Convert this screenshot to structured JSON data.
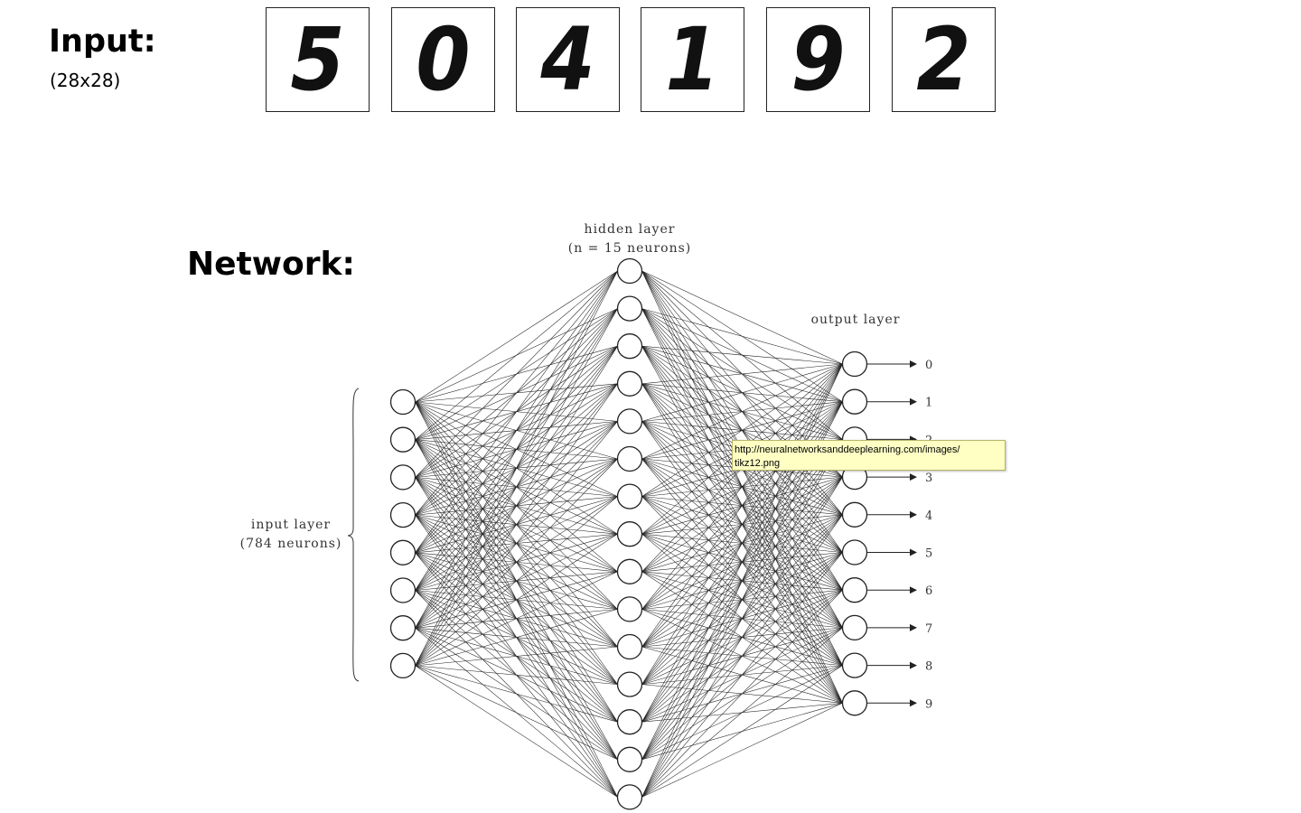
{
  "input": {
    "title": "Input:",
    "size": "(28x28)"
  },
  "digits": [
    "5",
    "0",
    "4",
    "1",
    "9",
    "2"
  ],
  "network": {
    "title": "Network:",
    "input_layer": {
      "label_line1": "input layer",
      "label_line2": "(784 neurons)",
      "drawn_neurons": 8
    },
    "hidden_layer": {
      "label_line1": "hidden layer",
      "label_line2": "(n = 15 neurons)",
      "neurons": 15
    },
    "output_layer": {
      "label": "output layer",
      "outputs": [
        "0",
        "1",
        "2",
        "3",
        "4",
        "5",
        "6",
        "7",
        "8",
        "9"
      ]
    }
  },
  "tooltip": {
    "line1": "http://neuralnetworksanddeeplearning.com/images/",
    "line2": "tikz12.png"
  }
}
